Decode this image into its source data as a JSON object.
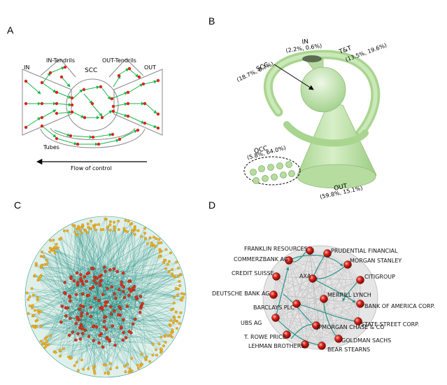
{
  "panels": {
    "A": {
      "letter": "A",
      "in_label": "IN",
      "in_tendrils": "IN-Tendrils",
      "scc": "SCC",
      "out_tendrils": "OUT-Tendrils",
      "out_label": "OUT",
      "tubes": "Tubes",
      "flow": "Flow of control"
    },
    "B": {
      "letter": "B",
      "in_name": "IN",
      "in_pct": "(2.2%, 0.6%)",
      "tt_name": "T&T",
      "tt_pct": "(13.5%, 19.6%)",
      "scc_name": "SCC",
      "scc_pct": "(18.7%, 0.7%)",
      "occ_name": "OCC",
      "occ_pct": "(5.8%, 64.0%)",
      "out_name": "OUT",
      "out_pct": "(59.8%, 15.1%)"
    },
    "C": {
      "letter": "C"
    },
    "D": {
      "letter": "D",
      "banks": [
        "FRANKLIN RESOURCES",
        "PRUDENTIAL FINANCIAL",
        "COMMERZBANK AG",
        "MORGAN STANLEY",
        "CREDIT SUISSE",
        "AXA",
        "CITIGROUP",
        "DEUTSCHE BANK AG",
        "MERRILL LYNCH",
        "BANK OF AMERICA CORP.",
        "BARCLAYS PLC",
        "UBS AG",
        "STATE STREET CORP.",
        "JPMORGAN CHASE & CO",
        "T. ROWE PRICE",
        "GOLDMAN SACHS",
        "LEHMAN BROTHERS",
        "BEAR STEARNS"
      ]
    }
  },
  "colors": {
    "node_red": "#e0221c",
    "edge_green": "#19b64a",
    "teal": "#1f8f84",
    "bowtie_fill": "#c8e6b4",
    "occ_fill": "#b7dca0",
    "node_orange": "#f0b020"
  }
}
